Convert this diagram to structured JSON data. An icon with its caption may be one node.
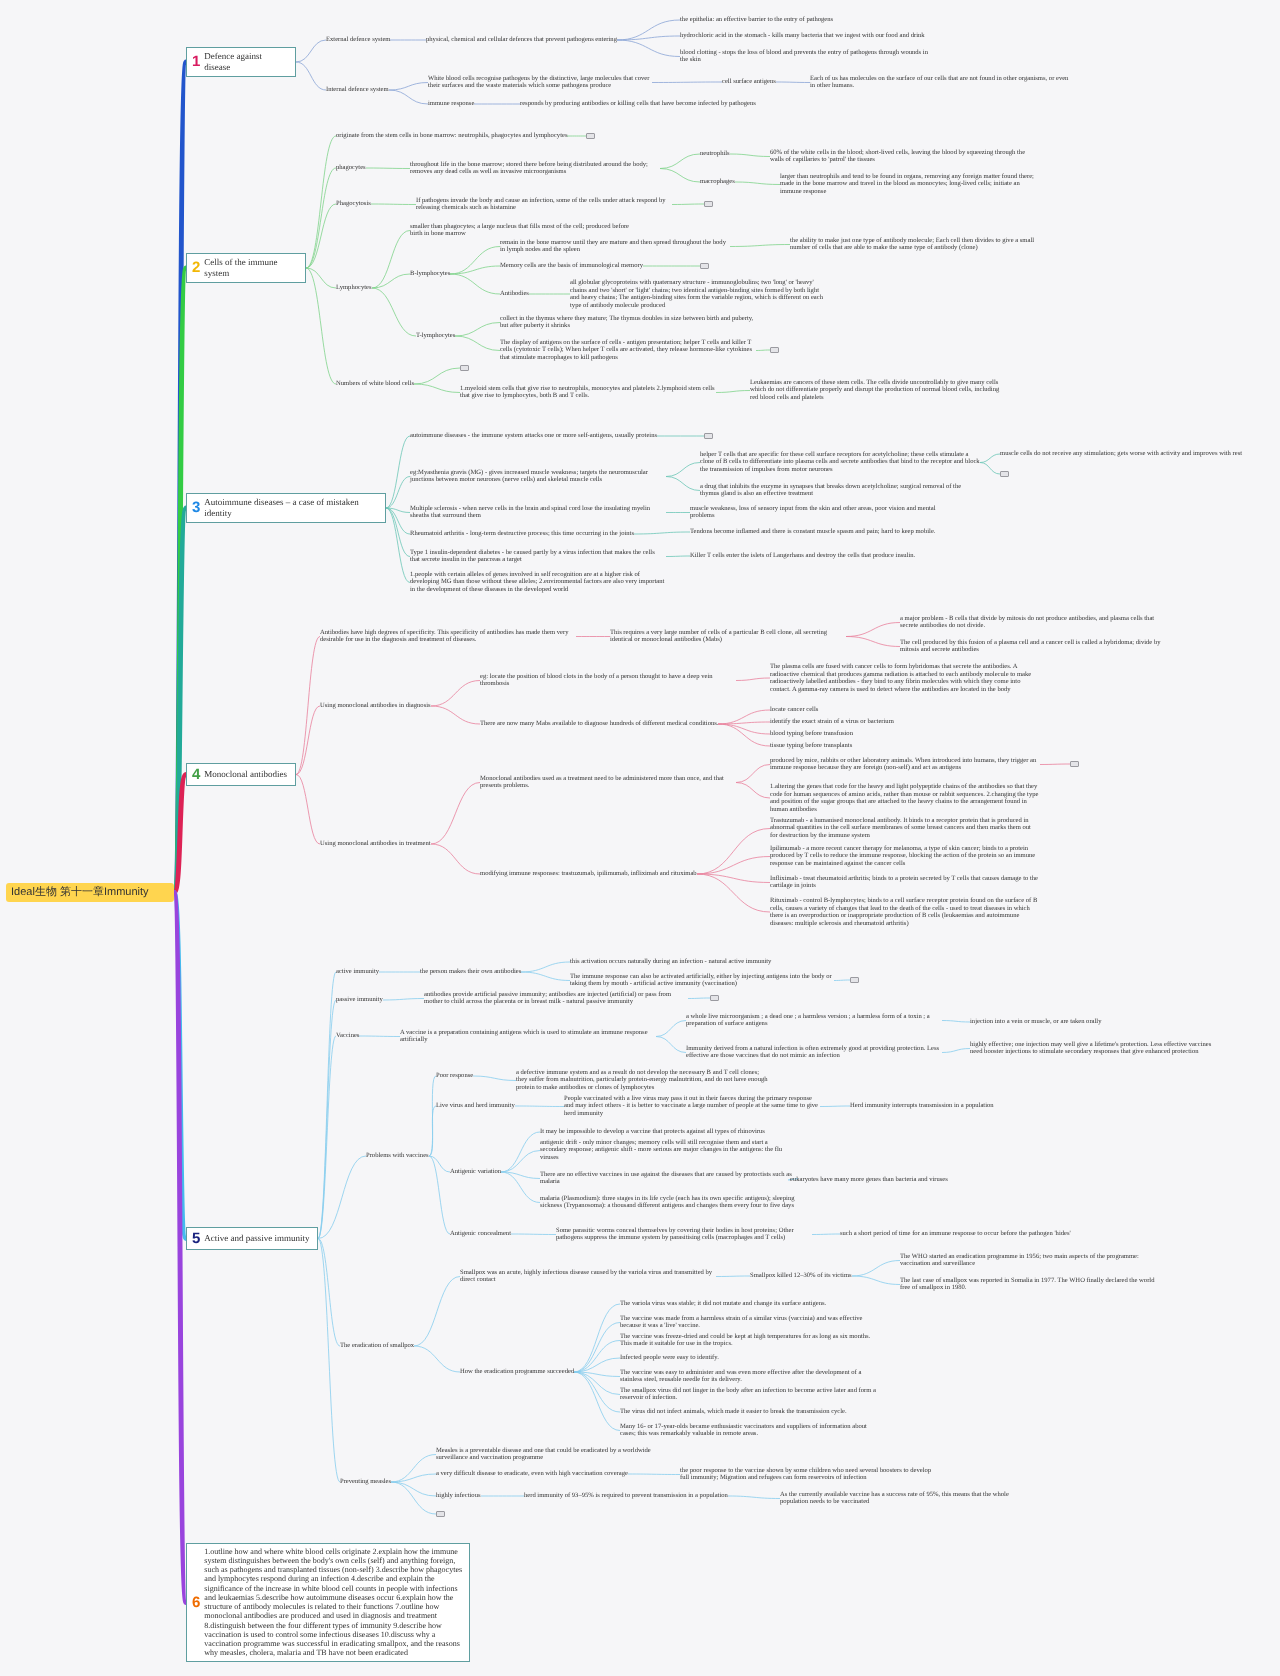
{
  "diagram": {
    "nodes": [
      {
        "text": [
          "Ideal生物 第十一章Immunity"
        ]
      },
      {
        "text": [
          "1",
          "Defence against disease"
        ]
      },
      {
        "text": [
          "External defence system"
        ]
      },
      {
        "text": [
          "physical, chemical and cellular defences that prevent pathogens entering"
        ]
      },
      {
        "text": [
          "the epithelia: an effective barrier to the entry of pathogens"
        ]
      },
      {
        "text": [
          "hydrochloric acid in the stomach - kills many bacteria that we ingest with our food and drink"
        ]
      },
      {
        "text": [
          "blood clotting - stops the loss of blood and prevents the entry of pathogens through wounds in the skin"
        ]
      },
      {
        "text": [
          "Internal defence system"
        ]
      },
      {
        "text": [
          "White blood cells recognise pathogens by the distinctive, large molecules that cover their surfaces and the waste materials which some pathogens produce"
        ]
      },
      {
        "text": [
          "cell surface antigens"
        ]
      },
      {
        "text": [
          "Each of us has molecules on the surface of our cells that are not found in other organisms, or even in other humans."
        ]
      },
      {
        "text": [
          "immune response"
        ]
      },
      {
        "text": [
          "responds by producing antibodies or killing cells that have become infected by pathogens"
        ]
      },
      {
        "text": [
          "2",
          "Cells of the immune system"
        ]
      },
      {
        "text": [
          "originate from the stem cells in bone marrow: neutrophils, phagocytes and lymphocytes"
        ]
      },
      {
        "text": [],
        "shape": "box"
      },
      {
        "text": [
          "phagocytes"
        ]
      },
      {
        "text": [
          "throughout life in the bone marrow; stored there before being distributed around the body; removes any dead cells as well as invasive microorganisms"
        ]
      },
      {
        "text": [
          "neutrophils"
        ]
      },
      {
        "text": [
          "60% of the white cells in the blood; short-lived cells, leaving the blood by squeezing through the walls of capillaries to 'patrol' the tissues"
        ]
      },
      {
        "text": [
          "macrophages"
        ]
      },
      {
        "text": [
          "larger than neutrophils and tend to be found in organs, removing any foreign matter found there; made in the bone marrow and travel in the blood as monocytes; long-lived cells; initiate an immune response"
        ]
      },
      {
        "text": [
          "Phagocytosis"
        ]
      },
      {
        "text": [
          "If pathogens invade the body and cause an infection, some of the cells under attack respond by releasing chemicals such as histamine"
        ]
      },
      {
        "text": [],
        "shape": "box"
      },
      {
        "text": [
          "Lymphocytes"
        ]
      },
      {
        "text": [
          "smaller than phagocytes; a large nucleus that fills most of the cell; produced before birth in bone marrow"
        ]
      },
      {
        "text": [
          "B-lymphocytes"
        ]
      },
      {
        "text": [
          "remain in the bone marrow until they are mature and then spread throughout the body in lymph nodes and the spleen"
        ]
      },
      {
        "text": [
          "the ability to make just one type of antibody molecule; Each cell then divides to give a small number of cells that are able to make the same type of antibody (clone)"
        ]
      },
      {
        "text": [
          "Memory cells are the basis of immunological memory"
        ]
      },
      {
        "text": [],
        "shape": "box"
      },
      {
        "text": [
          "Antibodies"
        ]
      },
      {
        "text": [
          "all globular glycoproteins with quaternary structure - immunoglobulins; two 'long' or 'heavy' chains and two 'short' or 'light' chains; two identical antigen-binding sites formed by both light and heavy chains; The antigen-binding sites form the variable region, which is different on each type of antibody molecule produced"
        ]
      },
      {
        "text": [
          "T-lymphocytes"
        ]
      },
      {
        "text": [
          "collect in the thymus where they mature; The thymus doubles in size between birth and puberty, but after puberty it shrinks"
        ]
      },
      {
        "text": [
          "The display of antigens on the surface of cells - antigen presentation; helper T cells and killer T cells (cytotoxic T cells); When helper T cells are activated, they release hormone-like cytokines that stimulate macrophages to kill pathogens"
        ]
      },
      {
        "text": [],
        "shape": "box"
      },
      {
        "text": [
          "Numbers of white blood cells"
        ]
      },
      {
        "text": [],
        "shape": "box"
      },
      {
        "text": [
          "1.myeloid stem cells that give rise to neutrophils, monocytes and platelets 2.lymphoid stem cells that give rise to lymphocytes, both B and T cells."
        ]
      },
      {
        "text": [
          "Leukaemias are cancers of these stem cells. The cells divide uncontrollably to give many cells which do not differentiate properly and disrupt the production of normal blood cells, including red blood cells and platelets"
        ]
      },
      {
        "text": [
          "3",
          "Autoimmune diseases – a case of mistaken identity"
        ]
      },
      {
        "text": [
          "autoimmune diseases - the immune system attacks one or more self-antigens, usually proteins"
        ]
      },
      {
        "text": [],
        "shape": "box"
      },
      {
        "text": [
          "eg:Myasthenia gravis (MG) - gives increased muscle weakness; targets the neuromuscular junctions between motor neurones (nerve cells) and skeletal muscle cells"
        ]
      },
      {
        "text": [
          "helper T cells that are specific for these cell surface receptors for acetylcholine; these cells stimulate a clone of B cells to differentiate into plasma cells and secrete antibodies that bind to the receptor and block the transmission of impulses from motor neurones"
        ]
      },
      {
        "text": [
          "muscle cells do not receive any stimulation; gets worse with activity and improves with rest"
        ]
      },
      {
        "text": [],
        "shape": "box"
      },
      {
        "text": [
          "a drug that inhibits the enzyme in synapses that breaks down acetylcholine; surgical removal of the thymus gland is also an effective treatment"
        ]
      },
      {
        "text": [
          "Multiple sclerosis - when nerve cells in the brain and spinal cord lose the insulating myelin sheaths that surround them"
        ]
      },
      {
        "text": [
          "muscle weakness, loss of sensory input from the skin and other areas, poor vision and mental problems"
        ]
      },
      {
        "text": [
          "Rheumatoid arthritis - long-term destructive process; this time occurring in the joints"
        ]
      },
      {
        "text": [
          "Tendons become inflamed and there is constant muscle spasm and pain; hard to keep mobile."
        ]
      },
      {
        "text": [
          "Type 1 insulin-dependent diabetes - be caused partly by a virus infection that makes the cells that secrete insulin in the pancreas a target"
        ]
      },
      {
        "text": [
          "Killer T cells enter the islets of Langerhans and destroy the cells that produce insulin."
        ]
      },
      {
        "text": [
          "1.people with certain alleles of genes involved in self recognition are at a higher risk of developing MG than those without these alleles; 2.environmental factors are also very important in the development of these diseases in the developed world"
        ]
      },
      {
        "text": [
          "4",
          "Monoclonal antibodies"
        ]
      },
      {
        "text": [
          "Antibodies have high degrees of specificity. This specificity of antibodies has made them very desirable for use in the diagnosis and treatment of diseases."
        ]
      },
      {
        "text": [
          "This requires a very large number of cells of a particular B cell clone, all secreting identical or monoclonal antibodies (Mabs)"
        ]
      },
      {
        "text": [
          "a major problem - B cells that divide by mitosis do not produce antibodies, and plasma cells that secrete antibodies do not divide."
        ]
      },
      {
        "text": [
          "The cell produced by this fusion of a plasma cell and a cancer cell is called a hybridoma; divide by mitosis and secrete antibodies"
        ]
      },
      {
        "text": [
          "Using monoclonal antibodies in diagnosis"
        ]
      },
      {
        "text": [
          "eg: locate the position of blood clots in the body of a person thought to have a deep vein thrombosis"
        ]
      },
      {
        "text": [
          "The plasma cells are fused with cancer cells to form hybridomas that secrete the antibodies. A radioactive chemical that produces gamma radiation is attached to each antibody molecule to make radioactively labelled antibodies - they bind to any fibrin molecules with which they come into contact. A gamma-ray camera is used to detect where the antibodies are located in the body"
        ]
      },
      {
        "text": [
          "There are now many Mabs available to diagnose hundreds of different medical conditions."
        ]
      },
      {
        "text": [
          "locate cancer cells"
        ]
      },
      {
        "text": [
          "identify the exact strain of a virus or bacterium"
        ]
      },
      {
        "text": [
          "blood typing before transfusion"
        ]
      },
      {
        "text": [
          "tissue typing before transplants"
        ]
      },
      {
        "text": [
          "Using monoclonal antibodies in treatment"
        ]
      },
      {
        "text": [
          "Monoclonal antibodies used as a treatment need to be administered more than once, and that presents problems."
        ]
      },
      {
        "text": [
          "produced by mice, rabbits or other laboratory animals. When introduced into humans, they trigger an immune response because they are foreign (non-self) and act as antigens"
        ]
      },
      {
        "text": [],
        "shape": "box"
      },
      {
        "text": [
          "1.altering the genes that code for the heavy and light polypeptide chains of the antibodies so that they code for human sequences of amino acids, rather than mouse or rabbit sequences. 2.changing the type and position of the sugar groups that are attached to the heavy chains to the arrangement found in human antibodies"
        ]
      },
      {
        "text": [
          "modifying immune responses: trastuzumab, ipilimumab, infliximab and rituximab"
        ]
      },
      {
        "text": [
          "Trastuzumab - a humanised monoclonal antibody. It binds to a receptor protein that is produced in abnormal quantities in the cell surface membranes of some breast cancers and then marks them out for destruction by the immune system"
        ]
      },
      {
        "text": [
          "Ipilimumab - a more recent cancer therapy for melanoma, a type of skin cancer; binds to a protein produced by T cells to reduce the immune response, blocking the action of the protein so an immune response can be maintained against the cancer cells"
        ]
      },
      {
        "text": [
          "Infliximab - treat rheumatoid arthritis; binds to a protein secreted by T cells that causes damage to the cartilage in joints"
        ]
      },
      {
        "text": [
          "Rituximab - control B-lymphocytes; binds to a cell surface receptor protein found on the surface of B cells, causes a variety of changes that lead to the death of the cells - used to treat diseases in which there is an overproduction or inappropriate production of B cells (leukaemias and autoimmune diseases: multiple sclerosis and rheumatoid arthritis)"
        ]
      },
      {
        "text": [
          "5",
          "Active and passive immunity"
        ]
      },
      {
        "text": [
          "active immunity"
        ]
      },
      {
        "text": [
          "the person makes their own antibodies"
        ]
      },
      {
        "text": [
          "this activation occurs naturally during an infection - natural active immunity"
        ]
      },
      {
        "text": [
          "The immune response can also be activated artificially, either by injecting antigens into the body or taking them by mouth - artificial active immunity (vaccination)"
        ]
      },
      {
        "text": [],
        "shape": "box"
      },
      {
        "text": [
          "passive immunity"
        ]
      },
      {
        "text": [
          "antibodies provide artificial passive immunity; antibodies are injected (artificial) or pass from mother to child across the placenta or in breast milk - natural passive immunity"
        ]
      },
      {
        "text": [],
        "shape": "box"
      },
      {
        "text": [
          "Vaccines"
        ]
      },
      {
        "text": [
          "A vaccine is a preparation containing antigens which is used to stimulate an immune response artificially"
        ]
      },
      {
        "text": [
          "a whole live microorganism ; a dead one ; a harmless version ; a harmless form of a toxin ; a preparation of surface antigens"
        ]
      },
      {
        "text": [
          "injection into a vein or muscle, or are taken orally"
        ]
      },
      {
        "text": [
          "Immunity derived from a natural infection is often extremely good at providing protection. Less effective are those vaccines that do not mimic an infection"
        ]
      },
      {
        "text": [
          "highly effective; one injection may well give a lifetime's protection. Less effective vaccines need booster injections to stimulate secondary responses that give enhanced protection"
        ]
      },
      {
        "text": [
          "Problems with vaccines"
        ]
      },
      {
        "text": [
          "Poor response"
        ]
      },
      {
        "text": [
          "a defective immune system and as a result do not develop the necessary B and T cell clones; they suffer from malnutrition, particularly protein-energy malnutrition, and do not have enough protein to make antibodies or clones of lymphocytes"
        ]
      },
      {
        "text": [
          "Live virus and herd immunity"
        ]
      },
      {
        "text": [
          "People vaccinated with a live virus may pass it out in their faeces during the primary response and may infect others - it is better to vaccinate a large number of people at the same time to give herd immunity"
        ]
      },
      {
        "text": [
          "Herd immunity interrupts transmission in a population"
        ]
      },
      {
        "text": [
          "Antigenic variation"
        ]
      },
      {
        "text": [
          "It may be impossible to develop a vaccine that protects against all types of rhinovirus"
        ]
      },
      {
        "text": [
          "antigenic drift - only minor changes; memory cells will still recognise them and start a secondary response; antigenic shift - more serious are major changes in the antigens: the flu viruses"
        ]
      },
      {
        "text": [
          "There are no effective vaccines in use against the diseases that are caused by protoctists such as malaria"
        ]
      },
      {
        "text": [
          "eukaryotes have many more genes than bacteria and viruses"
        ]
      },
      {
        "text": [
          "malaria (Plasmodium): three stages in its life cycle (each has its own specific antigens); sleeping sickness (Trypanosoma): a thousand different antigens and changes them every four to five days"
        ]
      },
      {
        "text": [
          "Antigenic concealment"
        ]
      },
      {
        "text": [
          "Some parasitic worms conceal themselves by covering their bodies in host proteins; Other pathogens suppress the immune system by parasitising cells (macrophages and T cells)"
        ]
      },
      {
        "text": [
          "such a short period of time for an immune response to occur before the pathogen 'hides'"
        ]
      },
      {
        "text": [
          "The eradication of smallpox"
        ]
      },
      {
        "text": [
          "Smallpox was an acute, highly infectious disease caused by the variola virus and transmitted by direct contact"
        ]
      },
      {
        "text": [
          "Smallpox killed 12–30% of its victims"
        ]
      },
      {
        "text": [
          "The WHO started an eradication programme in 1956; two main aspects of the programme: vaccination and surveillance"
        ]
      },
      {
        "text": [
          "The last case of smallpox was reported in Somalia in 1977. The WHO finally declared the world free of smallpox in 1980."
        ]
      },
      {
        "text": [
          "How the eradication programme succeeded"
        ]
      },
      {
        "text": [
          "The variola virus was stable; it did not mutate and change its surface antigens."
        ]
      },
      {
        "text": [
          "The vaccine was made from a harmless strain of a similar virus (vaccinia) and was effective because it was a 'live' vaccine."
        ]
      },
      {
        "text": [
          "The vaccine was freeze-dried and could be kept at high temperatures for as long as six months. This made it suitable for use in the tropics."
        ]
      },
      {
        "text": [
          "Infected people were easy to identify."
        ]
      },
      {
        "text": [
          "The vaccine was easy to administer and was even more effective after the development of a stainless steel, reusable needle for its delivery."
        ]
      },
      {
        "text": [
          "The smallpox virus did not linger in the body after an infection to become active later and form a reservoir of infection."
        ]
      },
      {
        "text": [
          "The virus did not infect animals, which made it easier to break the transmission cycle."
        ]
      },
      {
        "text": [
          "Many 16- or 17-year-olds became enthusiastic vaccinators and suppliers of information about cases; this was remarkably valuable in remote areas."
        ]
      },
      {
        "text": [
          "Preventing measles"
        ]
      },
      {
        "text": [
          "Measles is a preventable disease and one that could be eradicated by a worldwide surveillance and vaccination programme"
        ]
      },
      {
        "text": [
          "a very difficult disease to eradicate, even with high vaccination coverage"
        ]
      },
      {
        "text": [
          "the poor response to the vaccine shown by some children who need several boosters to develop full immunity; Migration and refugees can form reservoirs of infection"
        ]
      },
      {
        "text": [
          "highly infectious"
        ]
      },
      {
        "text": [
          "herd immunity of 93–95% is required to prevent transmission in a population"
        ]
      },
      {
        "text": [
          "As the currently available vaccine has a success rate of 95%, this means that the whole population needs to be vaccinated"
        ]
      },
      {
        "text": [],
        "shape": "box"
      },
      {
        "text": [
          "6",
          "1.outline how and where white blood cells originate 2.explain how the immune system distinguishes between the body's own cells (self) and anything foreign, such as pathogens and transplanted tissues (non-self) 3.describe how phagocytes and lymphocytes respond during an infection 4.describe and explain the significance of the increase in white blood cell counts in people with infections and leukaemias 5.describe how autoimmune diseases occur 6.explain how the structure of antibody molecules is related to their functions 7.outline how monoclonal antibodies are produced and used in diagnosis and treatment 8.distinguish between the four different types of immunity 9.describe how vaccination is used to control some infectious diseases 10.discuss why a vaccination programme was successful in eradicating smallpox, and the reasons why measles, cholera, malaria and TB have not been eradicated"
        ]
      }
    ],
    "edges": [
      {
        "from": 0,
        "to": 1,
        "arrow": "none",
        "style": "thick",
        "color": "#2255cc"
      },
      {
        "from": 1,
        "to": 2,
        "arrow": "none",
        "color": "#8aa4d6"
      },
      {
        "from": 2,
        "to": 3,
        "arrow": "none",
        "color": "#8aa4d6"
      },
      {
        "from": 3,
        "to": 4,
        "arrow": "none",
        "color": "#8aa4d6"
      },
      {
        "from": 3,
        "to": 5,
        "arrow": "none",
        "color": "#8aa4d6"
      },
      {
        "from": 3,
        "to": 6,
        "arrow": "none",
        "color": "#8aa4d6"
      },
      {
        "from": 1,
        "to": 7,
        "arrow": "none",
        "color": "#8aa4d6"
      },
      {
        "from": 7,
        "to": 8,
        "arrow": "none",
        "color": "#8aa4d6"
      },
      {
        "from": 8,
        "to": 9,
        "arrow": "none",
        "color": "#8aa4d6"
      },
      {
        "from": 9,
        "to": 10,
        "arrow": "none",
        "color": "#8aa4d6"
      },
      {
        "from": 7,
        "to": 11,
        "arrow": "none",
        "color": "#8aa4d6"
      },
      {
        "from": 11,
        "to": 12,
        "arrow": "none",
        "color": "#8aa4d6"
      },
      {
        "from": 0,
        "to": 13,
        "arrow": "none",
        "style": "thick",
        "color": "#33cc44"
      },
      {
        "from": 13,
        "to": 14,
        "arrow": "none",
        "color": "#7fd38a"
      },
      {
        "from": 14,
        "to": 15,
        "arrow": "none",
        "color": "#7fd38a"
      },
      {
        "from": 13,
        "to": 16,
        "arrow": "none",
        "color": "#7fd38a"
      },
      {
        "from": 16,
        "to": 17,
        "arrow": "none",
        "color": "#7fd38a"
      },
      {
        "from": 17,
        "to": 18,
        "arrow": "none",
        "color": "#7fd38a"
      },
      {
        "from": 18,
        "to": 19,
        "arrow": "none",
        "color": "#7fd38a"
      },
      {
        "from": 17,
        "to": 20,
        "arrow": "none",
        "color": "#7fd38a"
      },
      {
        "from": 20,
        "to": 21,
        "arrow": "none",
        "color": "#7fd38a"
      },
      {
        "from": 13,
        "to": 22,
        "arrow": "none",
        "color": "#7fd38a"
      },
      {
        "from": 22,
        "to": 23,
        "arrow": "none",
        "color": "#7fd38a"
      },
      {
        "from": 23,
        "to": 24,
        "arrow": "none",
        "color": "#7fd38a"
      },
      {
        "from": 13,
        "to": 25,
        "arrow": "none",
        "color": "#7fd38a"
      },
      {
        "from": 25,
        "to": 26,
        "arrow": "none",
        "color": "#7fd38a"
      },
      {
        "from": 25,
        "to": 27,
        "arrow": "none",
        "color": "#7fd38a"
      },
      {
        "from": 27,
        "to": 28,
        "arrow": "none",
        "color": "#7fd38a"
      },
      {
        "from": 28,
        "to": 29,
        "arrow": "none",
        "color": "#7fd38a"
      },
      {
        "from": 27,
        "to": 30,
        "arrow": "none",
        "color": "#7fd38a"
      },
      {
        "from": 30,
        "to": 31,
        "arrow": "none",
        "color": "#7fd38a"
      },
      {
        "from": 27,
        "to": 32,
        "arrow": "none",
        "color": "#7fd38a"
      },
      {
        "from": 32,
        "to": 33,
        "arrow": "none",
        "color": "#7fd38a"
      },
      {
        "from": 25,
        "to": 34,
        "arrow": "none",
        "color": "#7fd38a"
      },
      {
        "from": 34,
        "to": 35,
        "arrow": "none",
        "color": "#7fd38a"
      },
      {
        "from": 34,
        "to": 36,
        "arrow": "none",
        "color": "#7fd38a"
      },
      {
        "from": 36,
        "to": 37,
        "arrow": "none",
        "color": "#7fd38a"
      },
      {
        "from": 13,
        "to": 38,
        "arrow": "none",
        "color": "#7fd38a"
      },
      {
        "from": 38,
        "to": 39,
        "arrow": "none",
        "color": "#7fd38a"
      },
      {
        "from": 38,
        "to": 40,
        "arrow": "none",
        "color": "#7fd38a"
      },
      {
        "from": 40,
        "to": 41,
        "arrow": "none",
        "color": "#7fd38a"
      },
      {
        "from": 0,
        "to": 42,
        "arrow": "none",
        "style": "thick",
        "color": "#22aa99"
      },
      {
        "from": 42,
        "to": 43,
        "arrow": "none",
        "color": "#6cc6b6"
      },
      {
        "from": 43,
        "to": 44,
        "arrow": "none",
        "color": "#6cc6b6"
      },
      {
        "from": 42,
        "to": 45,
        "arrow": "none",
        "color": "#6cc6b6"
      },
      {
        "from": 45,
        "to": 46,
        "arrow": "none",
        "color": "#6cc6b6"
      },
      {
        "from": 46,
        "to": 47,
        "arrow": "none",
        "color": "#6cc6b6"
      },
      {
        "from": 46,
        "to": 48,
        "arrow": "none",
        "color": "#6cc6b6"
      },
      {
        "from": 45,
        "to": 49,
        "arrow": "none",
        "color": "#6cc6b6"
      },
      {
        "from": 42,
        "to": 50,
        "arrow": "none",
        "color": "#6cc6b6"
      },
      {
        "from": 50,
        "to": 51,
        "arrow": "none",
        "color": "#6cc6b6"
      },
      {
        "from": 42,
        "to": 52,
        "arrow": "none",
        "color": "#6cc6b6"
      },
      {
        "from": 52,
        "to": 53,
        "arrow": "none",
        "color": "#6cc6b6"
      },
      {
        "from": 42,
        "to": 54,
        "arrow": "none",
        "color": "#6cc6b6"
      },
      {
        "from": 54,
        "to": 55,
        "arrow": "none",
        "color": "#6cc6b6"
      },
      {
        "from": 42,
        "to": 56,
        "arrow": "none",
        "color": "#6cc6b6"
      },
      {
        "from": 0,
        "to": 57,
        "arrow": "none",
        "style": "thick",
        "color": "#dd2255"
      },
      {
        "from": 57,
        "to": 58,
        "arrow": "none",
        "color": "#e8809c"
      },
      {
        "from": 58,
        "to": 59,
        "arrow": "none",
        "color": "#e8809c"
      },
      {
        "from": 59,
        "to": 60,
        "arrow": "none",
        "color": "#e8809c"
      },
      {
        "from": 59,
        "to": 61,
        "arrow": "none",
        "color": "#e8809c"
      },
      {
        "from": 57,
        "to": 62,
        "arrow": "none",
        "color": "#e8809c"
      },
      {
        "from": 62,
        "to": 63,
        "arrow": "none",
        "color": "#e8809c"
      },
      {
        "from": 63,
        "to": 64,
        "arrow": "none",
        "color": "#e8809c"
      },
      {
        "from": 62,
        "to": 65,
        "arrow": "none",
        "color": "#e8809c"
      },
      {
        "from": 65,
        "to": 66,
        "arrow": "none",
        "color": "#e8809c"
      },
      {
        "from": 65,
        "to": 67,
        "arrow": "none",
        "color": "#e8809c"
      },
      {
        "from": 65,
        "to": 68,
        "arrow": "none",
        "color": "#e8809c"
      },
      {
        "from": 65,
        "to": 69,
        "arrow": "none",
        "color": "#e8809c"
      },
      {
        "from": 57,
        "to": 70,
        "arrow": "none",
        "color": "#e8809c"
      },
      {
        "from": 70,
        "to": 71,
        "arrow": "none",
        "color": "#e8809c"
      },
      {
        "from": 71,
        "to": 72,
        "arrow": "none",
        "color": "#e8809c"
      },
      {
        "from": 72,
        "to": 73,
        "arrow": "none",
        "color": "#e8809c"
      },
      {
        "from": 71,
        "to": 74,
        "arrow": "none",
        "color": "#e8809c"
      },
      {
        "from": 70,
        "to": 75,
        "arrow": "none",
        "color": "#e8809c"
      },
      {
        "from": 75,
        "to": 76,
        "arrow": "none",
        "color": "#e8809c"
      },
      {
        "from": 75,
        "to": 77,
        "arrow": "none",
        "color": "#e8809c"
      },
      {
        "from": 75,
        "to": 78,
        "arrow": "none",
        "color": "#e8809c"
      },
      {
        "from": 75,
        "to": 79,
        "arrow": "none",
        "color": "#e8809c"
      },
      {
        "from": 0,
        "to": 80,
        "arrow": "none",
        "style": "thick",
        "color": "#44bbee"
      },
      {
        "from": 80,
        "to": 81,
        "arrow": "none",
        "color": "#86cdee"
      },
      {
        "from": 81,
        "to": 82,
        "arrow": "none",
        "color": "#86cdee"
      },
      {
        "from": 82,
        "to": 83,
        "arrow": "none",
        "color": "#86cdee"
      },
      {
        "from": 82,
        "to": 84,
        "arrow": "none",
        "color": "#86cdee"
      },
      {
        "from": 84,
        "to": 85,
        "arrow": "none",
        "color": "#86cdee"
      },
      {
        "from": 80,
        "to": 86,
        "arrow": "none",
        "color": "#86cdee"
      },
      {
        "from": 86,
        "to": 87,
        "arrow": "none",
        "color": "#86cdee"
      },
      {
        "from": 87,
        "to": 88,
        "arrow": "none",
        "color": "#86cdee"
      },
      {
        "from": 80,
        "to": 89,
        "arrow": "none",
        "color": "#86cdee"
      },
      {
        "from": 89,
        "to": 90,
        "arrow": "none",
        "color": "#86cdee"
      },
      {
        "from": 90,
        "to": 91,
        "arrow": "none",
        "color": "#86cdee"
      },
      {
        "from": 91,
        "to": 92,
        "arrow": "none",
        "color": "#86cdee"
      },
      {
        "from": 90,
        "to": 93,
        "arrow": "none",
        "color": "#86cdee"
      },
      {
        "from": 93,
        "to": 94,
        "arrow": "none",
        "color": "#86cdee"
      },
      {
        "from": 80,
        "to": 95,
        "arrow": "none",
        "color": "#86cdee"
      },
      {
        "from": 95,
        "to": 96,
        "arrow": "none",
        "color": "#86cdee"
      },
      {
        "from": 96,
        "to": 97,
        "arrow": "none",
        "color": "#86cdee"
      },
      {
        "from": 95,
        "to": 98,
        "arrow": "none",
        "color": "#86cdee"
      },
      {
        "from": 98,
        "to": 99,
        "arrow": "none",
        "color": "#86cdee"
      },
      {
        "from": 99,
        "to": 100,
        "arrow": "none",
        "color": "#86cdee"
      },
      {
        "from": 95,
        "to": 101,
        "arrow": "none",
        "color": "#86cdee"
      },
      {
        "from": 101,
        "to": 102,
        "arrow": "none",
        "color": "#86cdee"
      },
      {
        "from": 101,
        "to": 103,
        "arrow": "none",
        "color": "#86cdee"
      },
      {
        "from": 101,
        "to": 104,
        "arrow": "none",
        "color": "#86cdee"
      },
      {
        "from": 104,
        "to": 105,
        "arrow": "none",
        "color": "#86cdee"
      },
      {
        "from": 101,
        "to": 106,
        "arrow": "none",
        "color": "#86cdee"
      },
      {
        "from": 95,
        "to": 107,
        "arrow": "none",
        "color": "#86cdee"
      },
      {
        "from": 107,
        "to": 108,
        "arrow": "none",
        "color": "#86cdee"
      },
      {
        "from": 108,
        "to": 109,
        "arrow": "none",
        "color": "#86cdee"
      },
      {
        "from": 80,
        "to": 110,
        "arrow": "none",
        "color": "#86cdee"
      },
      {
        "from": 110,
        "to": 111,
        "arrow": "none",
        "color": "#86cdee"
      },
      {
        "from": 111,
        "to": 112,
        "arrow": "none",
        "color": "#86cdee"
      },
      {
        "from": 112,
        "to": 113,
        "arrow": "none",
        "color": "#86cdee"
      },
      {
        "from": 112,
        "to": 114,
        "arrow": "none",
        "color": "#86cdee"
      },
      {
        "from": 110,
        "to": 115,
        "arrow": "none",
        "color": "#86cdee"
      },
      {
        "from": 115,
        "to": 116,
        "arrow": "none",
        "color": "#86cdee"
      },
      {
        "from": 115,
        "to": 117,
        "arrow": "none",
        "color": "#86cdee"
      },
      {
        "from": 115,
        "to": 118,
        "arrow": "none",
        "color": "#86cdee"
      },
      {
        "from": 115,
        "to": 119,
        "arrow": "none",
        "color": "#86cdee"
      },
      {
        "from": 115,
        "to": 120,
        "arrow": "none",
        "color": "#86cdee"
      },
      {
        "from": 115,
        "to": 121,
        "arrow": "none",
        "color": "#86cdee"
      },
      {
        "from": 115,
        "to": 122,
        "arrow": "none",
        "color": "#86cdee"
      },
      {
        "from": 115,
        "to": 123,
        "arrow": "none",
        "color": "#86cdee"
      },
      {
        "from": 80,
        "to": 124,
        "arrow": "none",
        "color": "#86cdee"
      },
      {
        "from": 124,
        "to": 125,
        "arrow": "none",
        "color": "#86cdee"
      },
      {
        "from": 124,
        "to": 126,
        "arrow": "none",
        "color": "#86cdee"
      },
      {
        "from": 126,
        "to": 127,
        "arrow": "none",
        "color": "#86cdee"
      },
      {
        "from": 124,
        "to": 128,
        "arrow": "none",
        "color": "#86cdee"
      },
      {
        "from": 128,
        "to": 129,
        "arrow": "none",
        "color": "#86cdee"
      },
      {
        "from": 129,
        "to": 130,
        "arrow": "none",
        "color": "#86cdee"
      },
      {
        "from": 124,
        "to": 131,
        "arrow": "none",
        "color": "#86cdee"
      },
      {
        "from": 0,
        "to": 132,
        "arrow": "none",
        "style": "thick",
        "color": "#9944dd"
      }
    ]
  }
}
